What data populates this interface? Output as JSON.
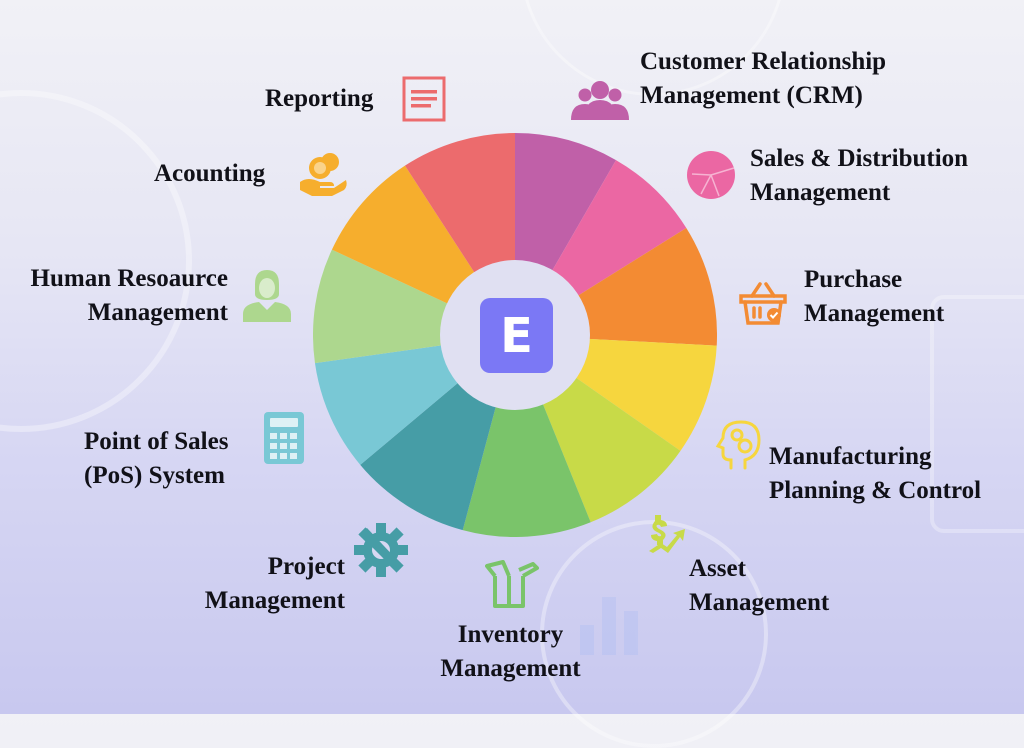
{
  "center": {
    "letter": "E",
    "color": "#7B78F5",
    "inner_bg": "#E0E0F2"
  },
  "modules": [
    {
      "id": "crm",
      "lines": [
        "Customer Relationship",
        "Management (CRM)"
      ],
      "icon": "people-group-icon",
      "color": "#C060A8"
    },
    {
      "id": "sales",
      "lines": [
        "Sales & Distribution",
        "Management"
      ],
      "icon": "pie-chart-icon",
      "color": "#EB67A3"
    },
    {
      "id": "purchase",
      "lines": [
        "Purchase",
        "Management"
      ],
      "icon": "shopping-basket-icon",
      "color": "#F38B33"
    },
    {
      "id": "manufacturing",
      "lines": [
        "Manufacturing",
        "Planning  & Control"
      ],
      "icon": "head-gears-icon",
      "color": "#F6D63E"
    },
    {
      "id": "asset",
      "lines": [
        "Asset",
        "Management"
      ],
      "icon": "money-growth-icon",
      "color": "#C8DA48"
    },
    {
      "id": "inventory",
      "lines": [
        "Inventory",
        "Management"
      ],
      "icon": "open-box-icon",
      "color": "#7AC46A"
    },
    {
      "id": "project",
      "lines": [
        "Project",
        "Management"
      ],
      "icon": "wrench-gear-icon",
      "color": "#469DA6"
    },
    {
      "id": "pos",
      "lines": [
        "Point of Sales",
        "(PoS) System"
      ],
      "icon": "calculator-icon",
      "color": "#79C8D5"
    },
    {
      "id": "hr",
      "lines": [
        "Human Resoaurce",
        "Management"
      ],
      "icon": "person-icon",
      "color": "#ADD78E"
    },
    {
      "id": "accounting",
      "lines": [
        "Acounting"
      ],
      "icon": "coin-hand-icon",
      "color": "#F6AE2D"
    },
    {
      "id": "reporting",
      "lines": [
        "Reporting"
      ],
      "icon": "document-icon",
      "color": "#EC6B6D"
    }
  ],
  "wheel_segments": [
    {
      "from": 0,
      "to": 30,
      "color": "#C060A8"
    },
    {
      "from": 30,
      "to": 58,
      "color": "#EB67A3"
    },
    {
      "from": 58,
      "to": 93,
      "color": "#F38B33"
    },
    {
      "from": 93,
      "to": 125,
      "color": "#F6D63E"
    },
    {
      "from": 125,
      "to": 158,
      "color": "#C8DA48"
    },
    {
      "from": 158,
      "to": 195,
      "color": "#7AC46A"
    },
    {
      "from": 195,
      "to": 230,
      "color": "#469DA6"
    },
    {
      "from": 230,
      "to": 262,
      "color": "#79C8D5"
    },
    {
      "from": 262,
      "to": 295,
      "color": "#ADD78E"
    },
    {
      "from": 295,
      "to": 327,
      "color": "#F6AE2D"
    },
    {
      "from": 327,
      "to": 360,
      "color": "#EC6B6D"
    }
  ]
}
